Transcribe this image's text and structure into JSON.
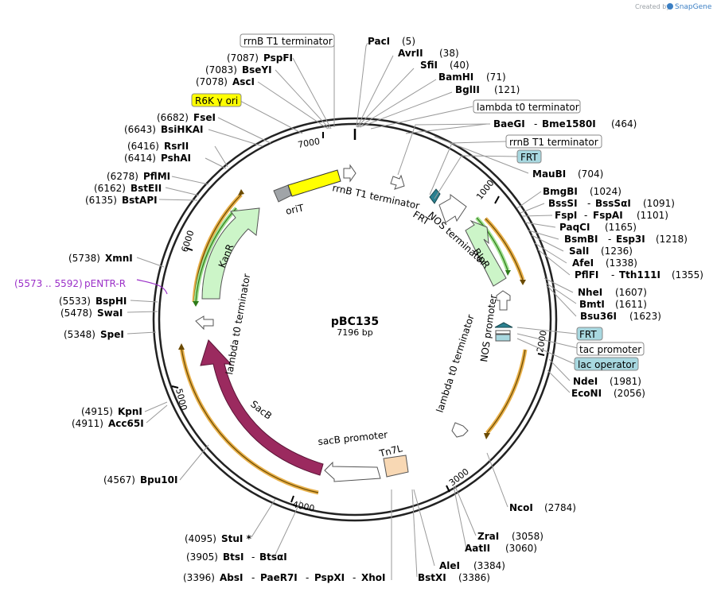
{
  "map": {
    "name": "pBC135",
    "length_label": "7196 bp",
    "total_bp": 7196
  },
  "credit": {
    "prefix": "Created by",
    "brand": "SnapGene"
  },
  "ticks": [
    "1000",
    "2000",
    "3000",
    "4000",
    "5000",
    "6000",
    "7000"
  ],
  "sites": [
    {
      "name": "PacI",
      "pos": "(5)"
    },
    {
      "name": "AvrII",
      "pos": "(38)"
    },
    {
      "name": "SfiI",
      "pos": "(40)"
    },
    {
      "name": "BamHI",
      "pos": "(71)"
    },
    {
      "name": "BglII",
      "pos": "(121)"
    },
    {
      "name": "BaeGI",
      "name2": "Bme1580I",
      "pos": "(464)"
    },
    {
      "name": "MauBI",
      "pos": "(704)"
    },
    {
      "name": "BmgBI",
      "pos": "(1024)"
    },
    {
      "name": "BssSI",
      "name2": "BssSαI",
      "pos": "(1091)"
    },
    {
      "name": "FspI",
      "name2": "FspAI",
      "pos": "(1101)"
    },
    {
      "name": "PaqCI",
      "pos": "(1165)"
    },
    {
      "name": "BsmBI",
      "name2": "Esp3I",
      "pos": "(1218)"
    },
    {
      "name": "SalI",
      "pos": "(1236)"
    },
    {
      "name": "AfeI",
      "pos": "(1338)"
    },
    {
      "name": "PflFI",
      "name2": "Tth111I",
      "pos": "(1355)"
    },
    {
      "name": "NheI",
      "pos": "(1607)"
    },
    {
      "name": "BmtI",
      "pos": "(1611)"
    },
    {
      "name": "Bsu36I",
      "pos": "(1623)"
    },
    {
      "name": "NdeI",
      "pos": "(1981)"
    },
    {
      "name": "EcoNI",
      "pos": "(2056)"
    },
    {
      "name": "NcoI",
      "pos": "(2784)"
    },
    {
      "name": "ZraI",
      "pos": "(3058)"
    },
    {
      "name": "AatII",
      "pos": "(3060)"
    },
    {
      "name": "AleI",
      "pos": "(3384)"
    },
    {
      "name": "BstXI",
      "pos": "(3386)"
    },
    {
      "name": "AbsI",
      "name2": "PaeR7I",
      "name3": "PspXI",
      "name4": "XhoI",
      "pos": "(3396)"
    },
    {
      "name": "BtsI",
      "name2": "BtsαI",
      "pos": "(3905)"
    },
    {
      "name": "StuI *",
      "pos": "(4095)"
    },
    {
      "name": "Bpu10I",
      "pos": "(4567)"
    },
    {
      "name": "Acc65I",
      "pos": "(4911)"
    },
    {
      "name": "KpnI",
      "pos": "(4915)"
    },
    {
      "name": "SpeI",
      "pos": "(5348)"
    },
    {
      "name": "SwaI",
      "pos": "(5478)"
    },
    {
      "name": "BspHI",
      "pos": "(5533)"
    },
    {
      "name": "XmnI",
      "pos": "(5738)"
    },
    {
      "name": "BstAPI",
      "pos": "(6135)"
    },
    {
      "name": "BstEII",
      "pos": "(6162)"
    },
    {
      "name": "PflMI",
      "pos": "(6278)"
    },
    {
      "name": "PshAI",
      "pos": "(6414)"
    },
    {
      "name": "RsrII",
      "pos": "(6416)"
    },
    {
      "name": "BsiHKAI",
      "pos": "(6643)"
    },
    {
      "name": "FseI",
      "pos": "(6682)"
    },
    {
      "name": "AscI",
      "pos": "(7078)"
    },
    {
      "name": "BseYI",
      "pos": "(7083)"
    },
    {
      "name": "PspFI",
      "pos": "(7087)"
    }
  ],
  "primer": {
    "range": "(5573 .. 5592)",
    "name": "pENTR-R"
  },
  "outer_labels": {
    "rrnB_top": "rrnB T1 terminator",
    "lambda_top": "lambda t0 terminator",
    "rrnB_right": "rrnB T1 terminator",
    "frt_top": "FRT",
    "frt_right": "FRT",
    "tac": "tac promoter",
    "lac": "lac operator",
    "r6k": "R6K γ ori"
  },
  "inner_labels": {
    "oriT": "oriT",
    "rrnB": "rrnB T1 terminator",
    "frt": "FRT",
    "nos_term": "NOS terminator",
    "blpr": "BlpR",
    "nos_prom": "NOS promoter",
    "lambda_right": "lambda t0 terminator",
    "tn7l": "Tn7L",
    "sacb_prom": "sacB promoter",
    "sacb": "SacB",
    "lambda_left": "lambda t0 terminator",
    "kanr": "KanR"
  },
  "colors": {
    "oriT": "#a0a4a8",
    "r6k": "#ffff00",
    "frt": "#2a8090",
    "blpr": "#ccf5c8",
    "kanr": "#ccf5c8",
    "sacb": "#9b2a5f",
    "tn7l": "#f8d8b4",
    "orf_orange": "#e8b04a",
    "orf_green": "#2d7a18",
    "label_blue_box": "#a8d8e0"
  }
}
